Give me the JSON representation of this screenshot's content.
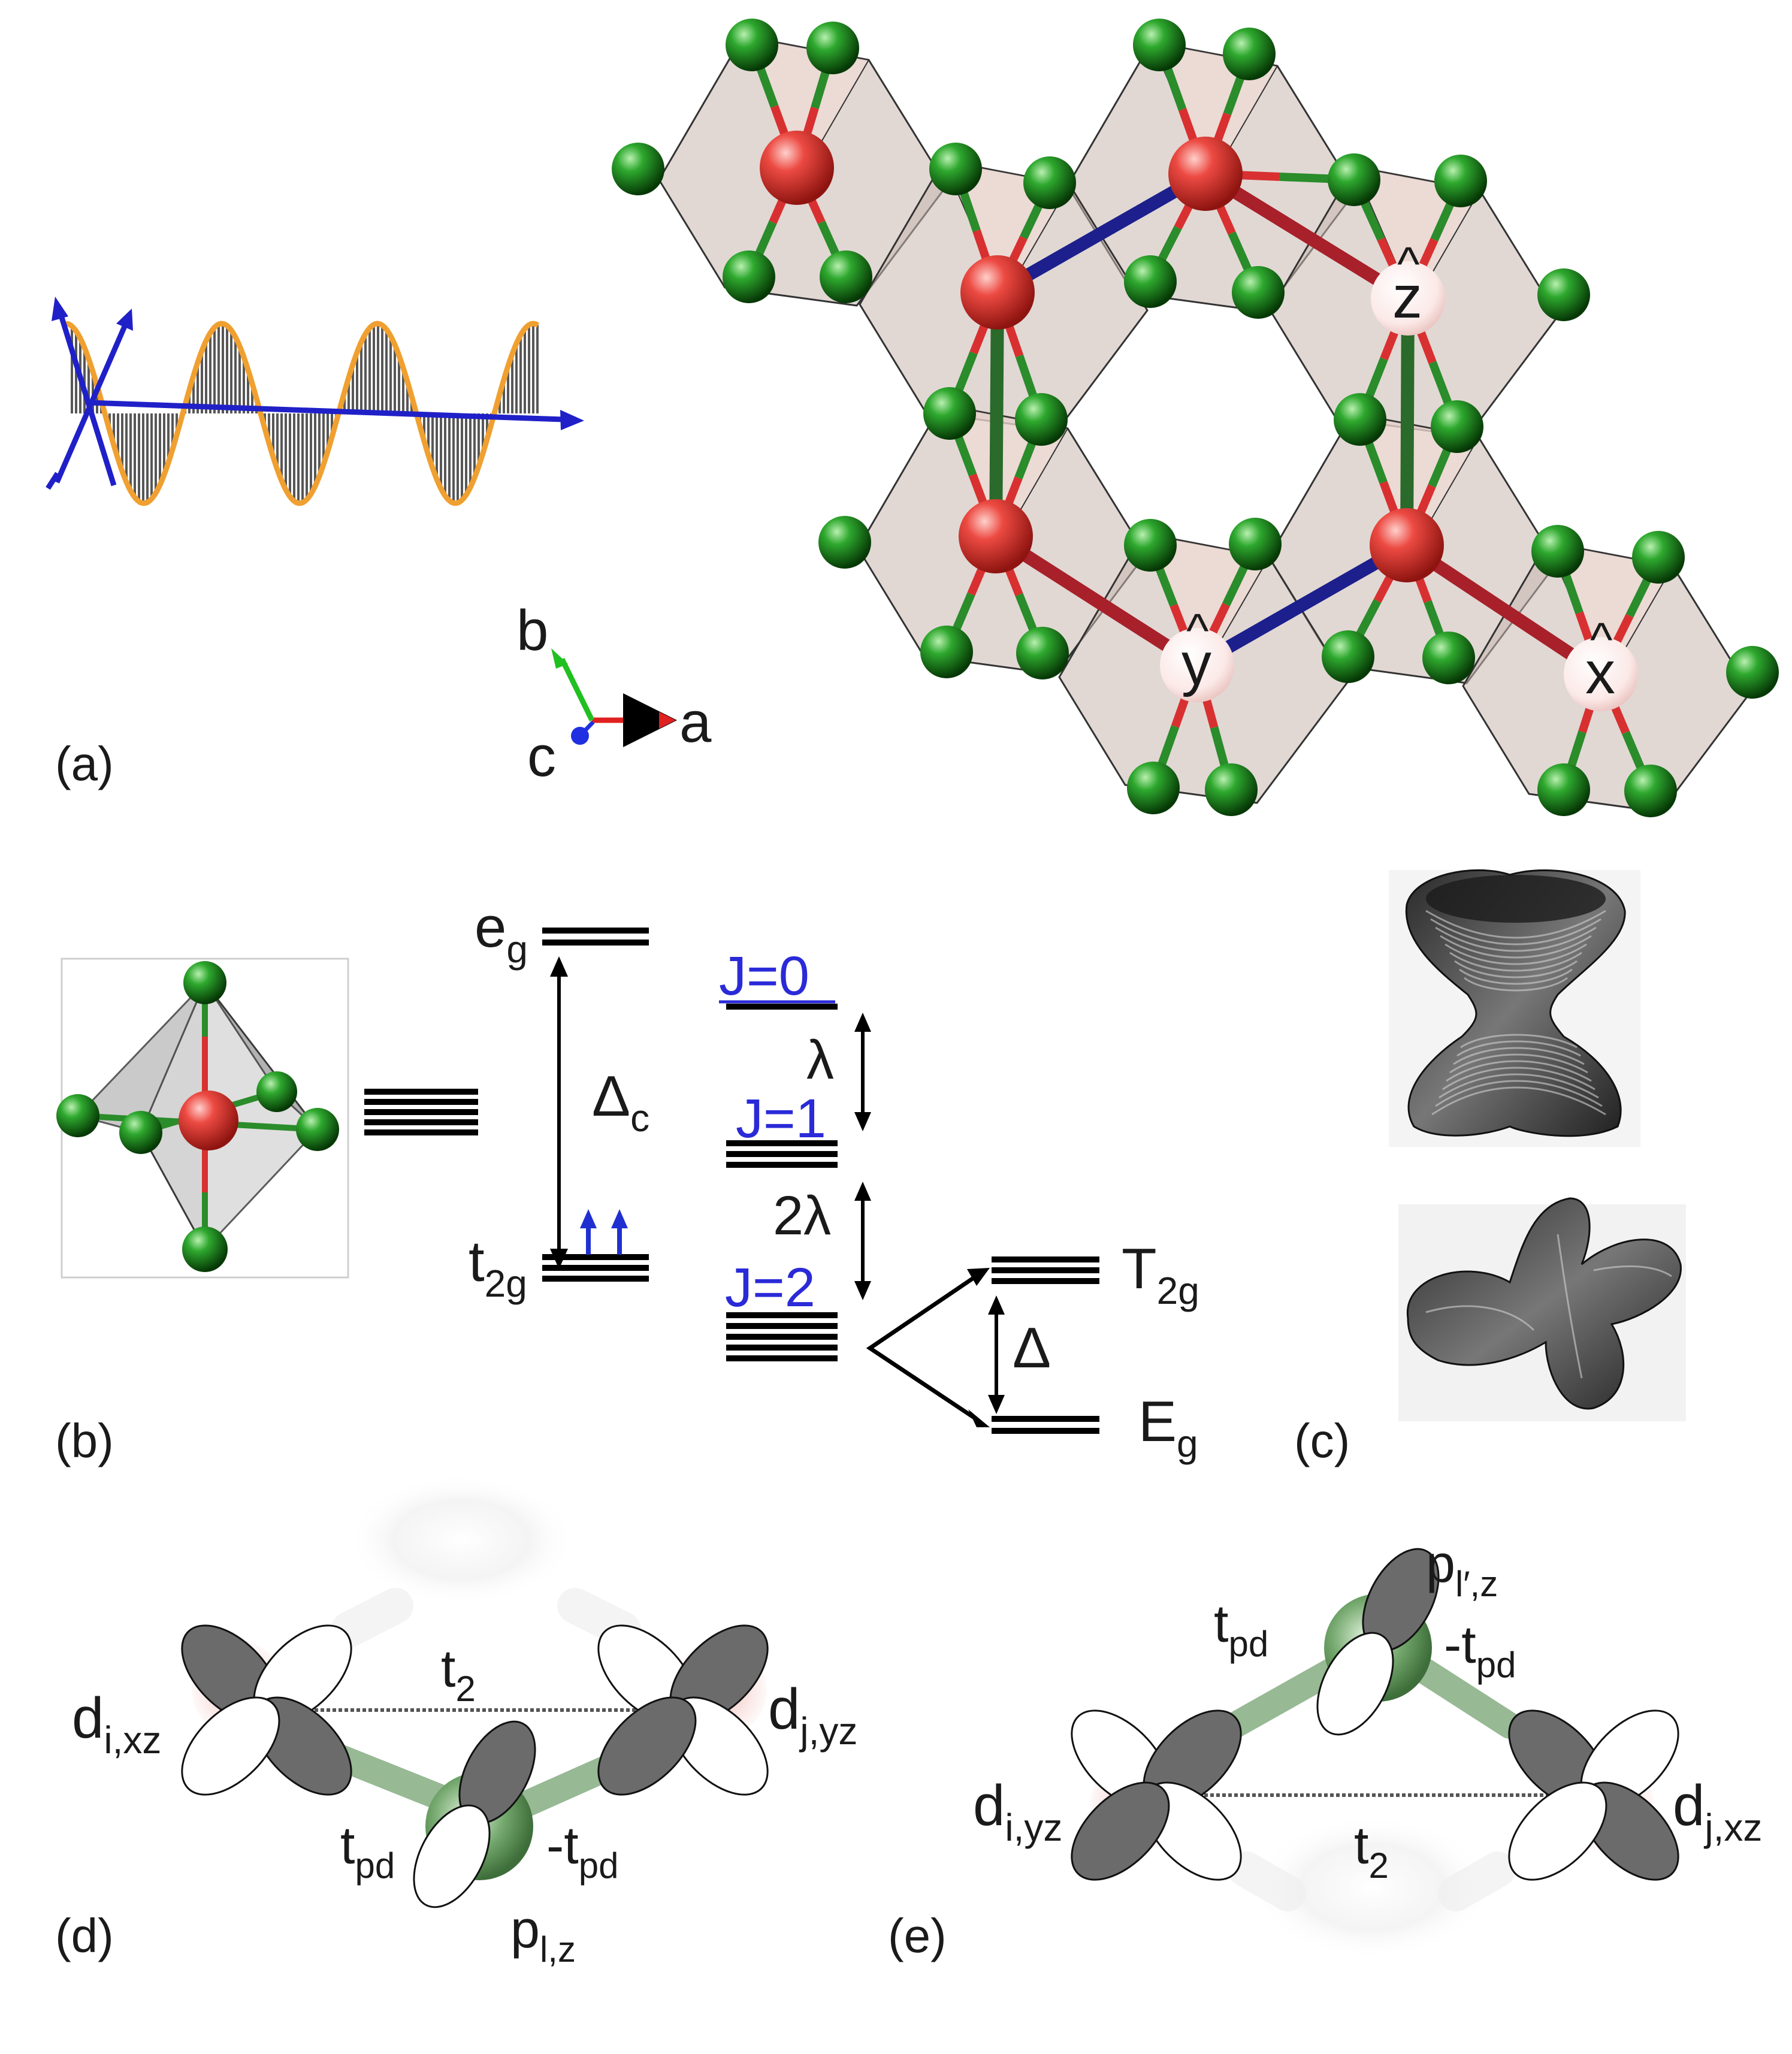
{
  "panels": {
    "a": "(a)",
    "b": "(b)",
    "c": "(c)",
    "d": "(d)",
    "e": "(e)"
  },
  "axes": {
    "a": "a",
    "b": "b",
    "c": "c"
  },
  "crystal_sites": {
    "x": "x",
    "y": "y",
    "z": "z",
    "hat": "^"
  },
  "levels": {
    "eg_main": "e",
    "eg_sub": "g",
    "t2g_main": "t",
    "t2g_sub": "2g",
    "delta_c_main": "Δ",
    "delta_c_sub": "c",
    "J0": "J=0",
    "J1": "J=1",
    "J2": "J=2",
    "lambda": "λ",
    "two_lambda": "2λ",
    "T2g_main": "T",
    "T2g_sub": "2g",
    "Eg_main": "E",
    "Eg_sub": "g",
    "delta": "Δ"
  },
  "orbitals_d": {
    "di_main": "d",
    "di_sub": "i,xz",
    "dj_main": "d",
    "dj_sub": "j,yz",
    "t2": "t",
    "t2_sub": "2",
    "tpd_main": "t",
    "tpd_sub": "pd",
    "mtpd_main": "-t",
    "mtpd_sub": "pd",
    "p_main": "p",
    "p_sub": "l,z"
  },
  "orbitals_e": {
    "di_main": "d",
    "di_sub": "i,yz",
    "dj_main": "d",
    "dj_sub": "j,xz",
    "t2": "t",
    "t2_sub": "2",
    "tpd_main": "t",
    "tpd_sub": "pd",
    "mtpd_main": "-t",
    "mtpd_sub": "pd",
    "p_main": "p",
    "p_sub": "l′,z"
  },
  "colors": {
    "metal": "#e5403c",
    "ligand": "#1d8c1d",
    "blue_bond": "#1c1f8c",
    "red_bond": "#a8202a",
    "green_bond": "#2a6a2a",
    "orange_helix": "#f0a030",
    "j_label": "#2a2ad8",
    "lobe_dark": "#6b6b6b"
  }
}
